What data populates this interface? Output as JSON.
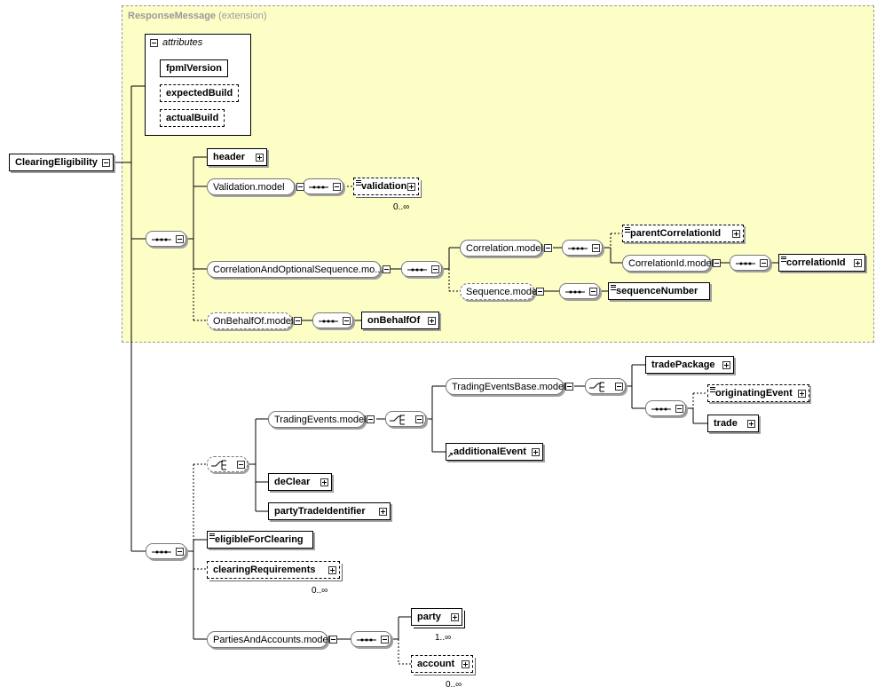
{
  "root": {
    "label": "ClearingEligibility"
  },
  "extension": {
    "type_name": "ResponseMessage",
    "kind": "(extension)"
  },
  "attributes": {
    "group_label": "attributes",
    "items": [
      "fpmlVersion",
      "expectedBuild",
      "actualBuild"
    ]
  },
  "response_message": {
    "header": "header",
    "validation_model": "Validation.model",
    "validation": "validation",
    "validation_card": "0..∞",
    "correlation_seq_model": "CorrelationAndOptionalSequence.mo...",
    "correlation_model": "Correlation.model",
    "parent_correlation_id": "parentCorrelationId",
    "correlation_id_model": "CorrelationId.model",
    "correlation_id": "correlationId",
    "sequence_model": "Sequence.model",
    "sequence_number": "sequenceNumber",
    "on_behalf_of_model": "OnBehalfOf.model",
    "on_behalf_of": "onBehalfOf"
  },
  "clearing": {
    "trading_events_model": "TradingEvents.model",
    "trading_events_base_model": "TradingEventsBase.model",
    "trade_package": "tradePackage",
    "originating_event": "originatingEvent",
    "trade": "trade",
    "additional_event": "additionalEvent",
    "de_clear": "deClear",
    "party_trade_identifier": "partyTradeIdentifier",
    "eligible_for_clearing": "eligibleForClearing",
    "clearing_requirements": "clearingRequirements",
    "clearing_requirements_card": "0..∞",
    "parties_and_accounts_model": "PartiesAndAccounts.model",
    "party": "party",
    "party_card": "1..∞",
    "account": "account",
    "account_card": "0..∞"
  }
}
